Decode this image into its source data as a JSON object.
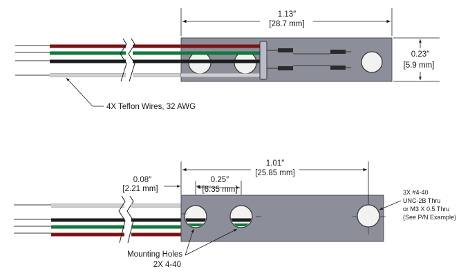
{
  "top_view": {
    "length_in": "1.13″",
    "length_mm": "[28.7 mm]",
    "height_in": "0.23″",
    "height_mm": "[5.9 mm]",
    "wire_callout": "4X Teflon Wires, 32 AWG"
  },
  "bottom_view": {
    "wire_offset_in": "0.08″",
    "wire_offset_mm": "[2.21 mm]",
    "hole_pitch_in": "0.25″",
    "hole_pitch_mm": "[6.35 mm]",
    "hole_span_in": "1.01″",
    "hole_span_mm": "[25.85 mm]",
    "thru_hole_note": [
      "3X #4-40",
      "UNC-2B Thru",
      "or M3 X 0.5 Thru",
      "(See P/N Example)"
    ],
    "mounting_holes_title": "Mounting Holes",
    "mounting_holes_qty": "2X 4-40"
  },
  "colors": {
    "body": "#8c8e9a",
    "body_stroke": "#4a4b55",
    "wire_red": "#7a1414",
    "wire_green": "#0f7a3a",
    "wire_black": "#1c1c1c",
    "wire_white": "#c8c8c8"
  }
}
